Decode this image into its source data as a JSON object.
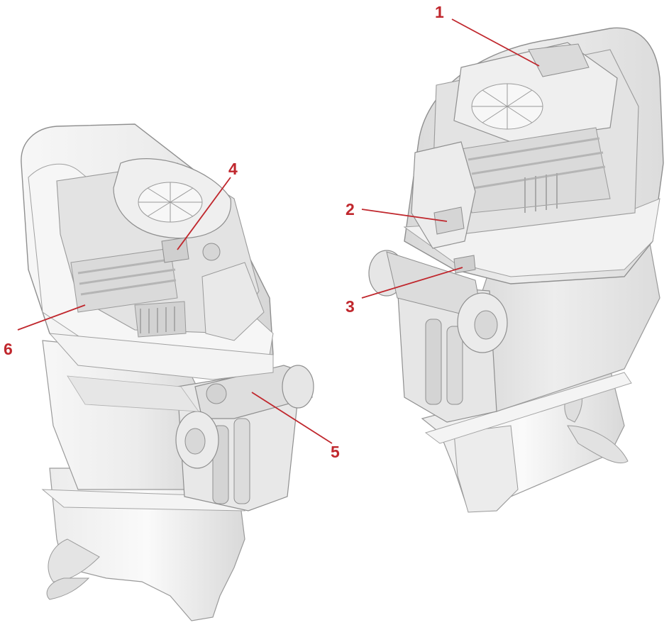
{
  "colors": {
    "callout": "#c0272d",
    "outline": "#8f8f8f",
    "shade": "#e2e2e2",
    "light": "#f2f2f2",
    "dark": "#c4c4c4"
  },
  "callouts": [
    {
      "id": "1",
      "label": "1"
    },
    {
      "id": "2",
      "label": "2"
    },
    {
      "id": "3",
      "label": "3"
    },
    {
      "id": "4",
      "label": "4"
    },
    {
      "id": "5",
      "label": "5"
    },
    {
      "id": "6",
      "label": "6"
    }
  ]
}
